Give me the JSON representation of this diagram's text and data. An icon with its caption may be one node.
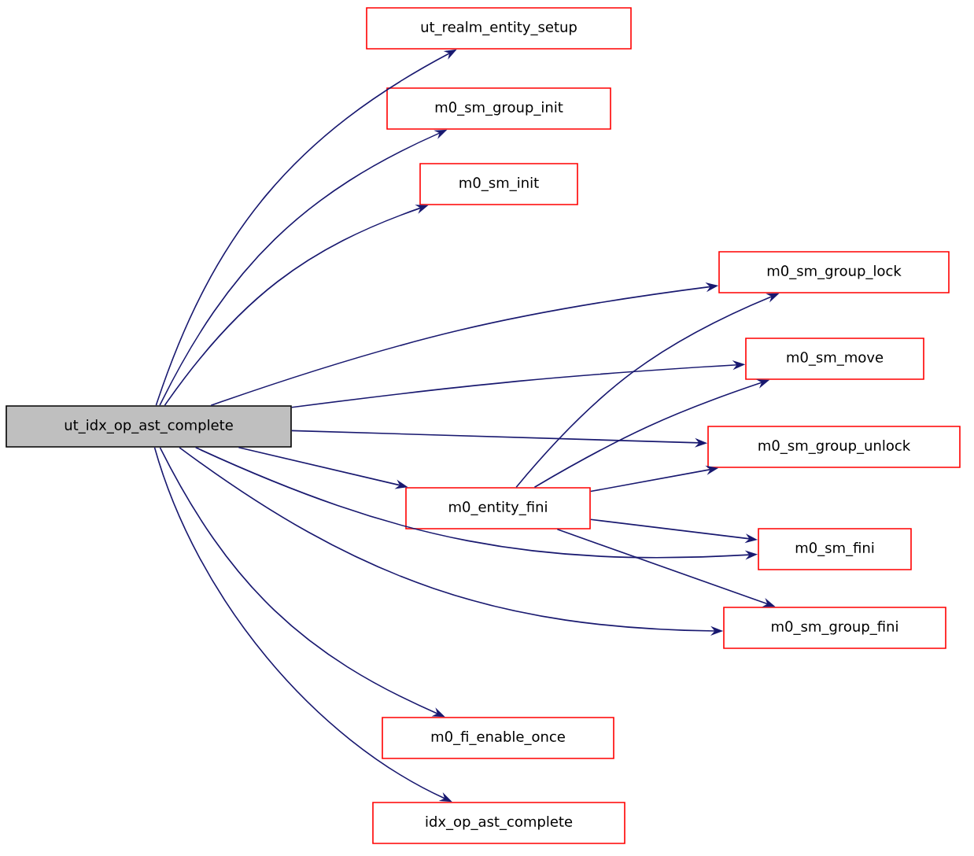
{
  "diagram": {
    "nodes": [
      {
        "text": [
          "ut_idx_op_ast_complete"
        ]
      },
      {
        "text": [
          "ut_realm_entity_setup"
        ]
      },
      {
        "text": [
          "m0_sm_group_init"
        ]
      },
      {
        "text": [
          "m0_sm_init"
        ]
      },
      {
        "text": [
          "m0_sm_group_lock"
        ]
      },
      {
        "text": [
          "m0_sm_move"
        ]
      },
      {
        "text": [
          "m0_sm_group_unlock"
        ]
      },
      {
        "text": [
          "m0_entity_fini"
        ]
      },
      {
        "text": [
          "m0_sm_fini"
        ]
      },
      {
        "text": [
          "m0_sm_group_fini"
        ]
      },
      {
        "text": [
          "m0_fi_enable_once"
        ]
      },
      {
        "text": [
          "idx_op_ast_complete"
        ]
      }
    ],
    "edges": [
      {
        "from": 0,
        "to": 1,
        "arrow": "to"
      },
      {
        "from": 0,
        "to": 2,
        "arrow": "to"
      },
      {
        "from": 0,
        "to": 3,
        "arrow": "to"
      },
      {
        "from": 0,
        "to": 4,
        "arrow": "to"
      },
      {
        "from": 0,
        "to": 5,
        "arrow": "to"
      },
      {
        "from": 0,
        "to": 6,
        "arrow": "to"
      },
      {
        "from": 0,
        "to": 7,
        "arrow": "to"
      },
      {
        "from": 0,
        "to": 8,
        "arrow": "to"
      },
      {
        "from": 0,
        "to": 9,
        "arrow": "to"
      },
      {
        "from": 0,
        "to": 10,
        "arrow": "to"
      },
      {
        "from": 0,
        "to": 11,
        "arrow": "to"
      },
      {
        "from": 7,
        "to": 4,
        "arrow": "to"
      },
      {
        "from": 7,
        "to": 5,
        "arrow": "to"
      },
      {
        "from": 7,
        "to": 6,
        "arrow": "to"
      },
      {
        "from": 7,
        "to": 8,
        "arrow": "to"
      },
      {
        "from": 7,
        "to": 9,
        "arrow": "to"
      }
    ]
  }
}
